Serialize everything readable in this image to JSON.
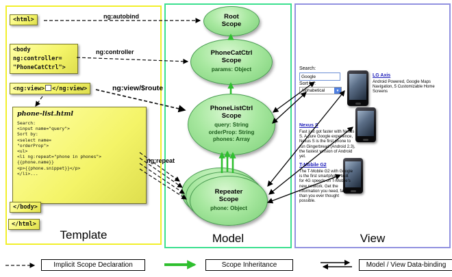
{
  "template": {
    "label": "Template",
    "html_open": "<html>",
    "body_open": "<body\nng:controller=\n\"PhoneCatCtrl\">",
    "ngview_open": "<ng:view>",
    "ngview_close": "</ng:view>",
    "body_close": "</body>",
    "html_close": "</html>",
    "phone_list": {
      "title": "phone-list.html",
      "code_lines": [
        "Search:",
        "<input name=\"query\">",
        "Sort by:",
        "<select name=",
        "\"orderProp\">",
        "<ul>",
        "<li ng:repeat=\"phone in phones\">",
        "{{phone.name}}",
        "<p>{{phone.snippet}}</p>",
        "</li>..."
      ]
    }
  },
  "arrow_labels": {
    "autobind": "ng:autobind",
    "controller": "ng:controller",
    "view_route": "ng:view/$route",
    "repeat": "ng:repeat"
  },
  "model": {
    "label": "Model",
    "root_scope": {
      "name": "Root",
      "type": "Scope"
    },
    "phonecat_scope": {
      "name": "PhoneCatCtrl",
      "type": "Scope",
      "props": [
        "params: Object"
      ]
    },
    "phonelist_scope": {
      "name": "PhoneListCtrl",
      "type": "Scope",
      "props": [
        "query: String",
        "orderProp: String",
        "phones: Array"
      ]
    },
    "repeater_scope": {
      "name": "Repeater",
      "type": "Scope",
      "props": [
        "phone: Object"
      ]
    }
  },
  "view": {
    "label": "View",
    "search_label": "Search:",
    "search_value": "Google",
    "sort_label": "Sort by:",
    "sort_value": "Alphabetical",
    "phones": [
      {
        "name": "LG Axis",
        "description": "Android Powered, Google Maps Navigation, 5 Customizable Home Screens"
      },
      {
        "name": "Nexus S",
        "description": "Fast just got faster with Nexus S. A pure Google experience, Nexus S is the first phone to run Gingerbread (Android 2.3), the fastest version of Android yet."
      },
      {
        "name": "T-Mobile G2",
        "description": "The T-Mobile G2 with Google is the first smartphone built for 4G speeds on T-Mobile's new network. Get the information you need, faster than you ever thought possible."
      }
    ]
  },
  "legend": {
    "implicit": "Implicit Scope Declaration",
    "inheritance": "Scope Inheritance",
    "databinding": "Model / View Data-binding"
  },
  "colors": {
    "template_border": "#f2ef2a",
    "model_border": "#3be08f",
    "view_border": "#9191e0",
    "scope_green": "#8fdc8a",
    "inheritance_arrow": "#2fbf2f",
    "code_box_yellow": "#f4f468",
    "link_blue": "#1a1ab8"
  }
}
